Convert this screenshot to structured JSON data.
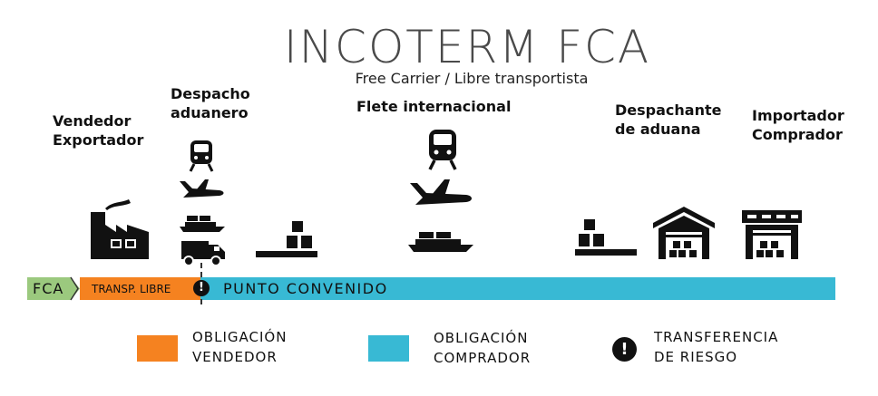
{
  "header": {
    "title": "INCOTERM FCA",
    "subtitle": "Free Carrier / Libre transportista"
  },
  "roles": {
    "seller_line1": "Vendedor",
    "seller_line2": "Exportador",
    "export_customs_line1": "Despacho",
    "export_customs_line2": "aduanero",
    "freight": "Flete internacional",
    "customs_broker_line1": "Despachante",
    "customs_broker_line2": "de aduana",
    "importer_line1": "Importador",
    "importer_line2": "Comprador"
  },
  "timeline": {
    "fca_label": "FCA",
    "seller_transport_label": "TRANSP. LIBRE",
    "buyer_segment_label": "PUNTO CONVENIDO",
    "risk_marker": "!"
  },
  "legend": {
    "seller_line1": "OBLIGACIÓN",
    "seller_line2": "VENDEDOR",
    "buyer_line1": "OBLIGACIÓN",
    "buyer_line2": "COMPRADOR",
    "risk_marker": "!",
    "risk_line1": "TRANSFERENCIA",
    "risk_line2": "DE RIESGO"
  },
  "colors": {
    "fca": "#9bc97e",
    "seller": "#f58220",
    "buyer": "#38b9d4",
    "icon": "#111111"
  },
  "icons": [
    "factory-icon",
    "train-icon",
    "airplane-icon",
    "ship-icon",
    "truck-icon",
    "cargo-platform-icon",
    "warehouse-icon"
  ]
}
